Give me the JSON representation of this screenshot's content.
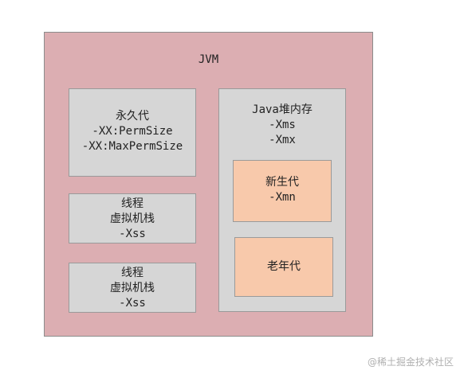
{
  "jvm": {
    "title": "JVM"
  },
  "permgen": {
    "name": "永久代",
    "opt1": "-XX:PermSize",
    "opt2": "-XX:MaxPermSize"
  },
  "stacks": [
    {
      "line1": "线程",
      "line2": "虚拟机栈",
      "opt": "-Xss"
    },
    {
      "line1": "线程",
      "line2": "虚拟机栈",
      "opt": "-Xss"
    }
  ],
  "heap": {
    "name": "Java堆内存",
    "opt1": "-Xms",
    "opt2": "-Xmx",
    "young": {
      "name": "新生代",
      "opt": "-Xmn"
    },
    "old": {
      "name": "老年代"
    }
  },
  "watermark": "@稀土掘金技术社区",
  "colors": {
    "jvm_bg": "#dcaeb2",
    "region_bg": "#d6d6d6",
    "generation_bg": "#f8c9ab"
  }
}
